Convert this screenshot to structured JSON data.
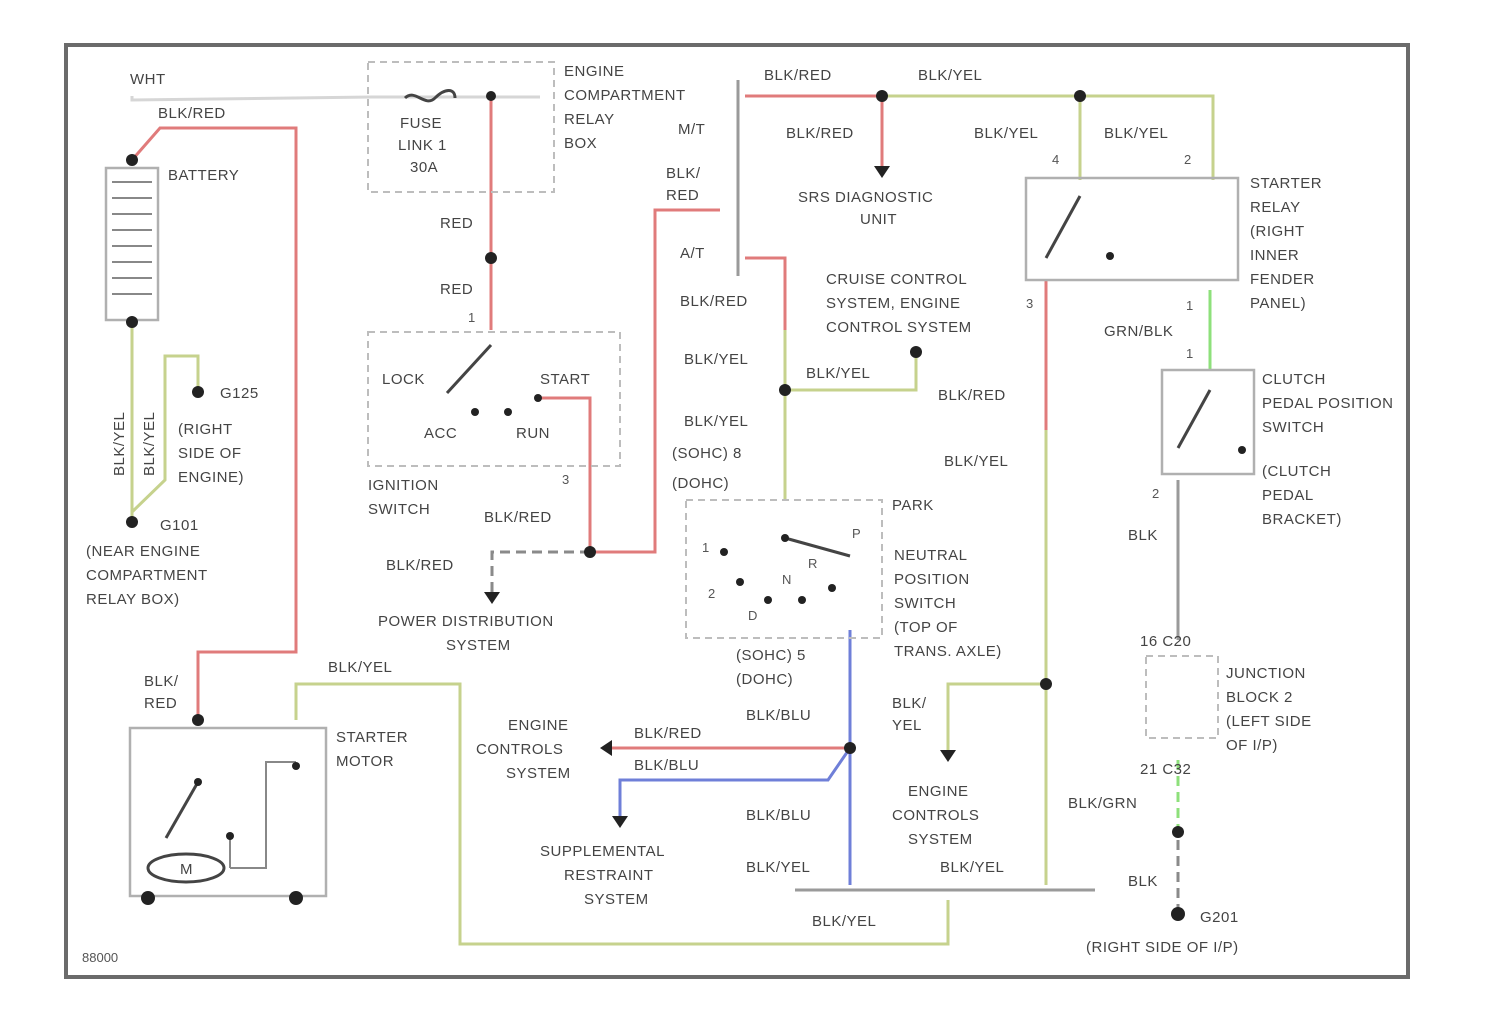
{
  "labels": {
    "wht": "WHT",
    "blk_red_bat": "BLK/RED",
    "battery": "BATTERY",
    "fuse": "FUSE\nLINK 1\n30A",
    "ecrb": "ENGINE\nCOMPARTMENT\nRELAY\nBOX",
    "mt": "M/T",
    "blk_red_v": "BLK/\nRED",
    "at": "A/T",
    "blk_red_top1": "BLK/RED",
    "blk_yel_top": "BLK/YEL",
    "blk_red_top2": "BLK/RED",
    "srs": "SRS DIAGNOSTIC\nUNIT",
    "blk_yel_r1": "BLK/YEL",
    "blk_yel_r2": "BLK/YEL",
    "starter_relay": "STARTER\nRELAY\n(RIGHT\nINNER\nFENDER\nPANEL)",
    "red1": "RED",
    "red2": "RED",
    "cruise": "CRUISE CONTROL\nSYSTEM, ENGINE\nCONTROL SYSTEM",
    "blk_red_mid": "BLK/RED",
    "blk_yel_mid1": "BLK/YEL",
    "blk_yel_mid2": "BLK/YEL",
    "blk_yel_dohc": "BLK/YEL\n(SOHC) 8\n(DOHC)",
    "grn_blk": "GRN/BLK",
    "blk_red_right": "BLK/RED",
    "blk_yel_right": "BLK/YEL",
    "clutch_switch": "CLUTCH\nPEDAL POSITION\nSWITCH",
    "clutch_bracket": "(CLUTCH\nPEDAL\nBRACKET)",
    "lock": "LOCK",
    "start": "START",
    "acc": "ACC",
    "run": "RUN",
    "g125": "G125\n(RIGHT\nSIDE OF\nENGINE)",
    "blk_yel_vert": "BLK/YEL",
    "blk_yel_vert2": "BLK/YEL",
    "ign_switch": "IGNITION\nSWITCH",
    "blk_red_ign": "BLK/RED",
    "g101": "G101\n(NEAR ENGINE\nCOMPARTMENT\nRELAY BOX)",
    "blk_red_pds": "BLK/RED",
    "pds": "POWER DISTRIBUTION\nSYSTEM",
    "park": "PARK",
    "nps": "NEUTRAL\nPOSITION\nSWITCH\n(TOP OF\nTRANS. AXLE)",
    "sohc_dohc": "(SOHC) 5\n(DOHC)",
    "blk": "BLK",
    "blk_red_sm": "BLK/\nRED",
    "blk_yel_sm": "BLK/YEL",
    "starter_motor": "STARTER\nMOTOR",
    "ecs1": "ENGINE\nCONTROLS\nSYSTEM",
    "blk_red_ecs": "BLK/RED",
    "blk_blu1": "BLK/BLU",
    "blk_blu2": "BLK/BLU",
    "blk_blu3": "BLK/BLU",
    "blk_yel_y": "BLK/\nYEL",
    "ecs2": "ENGINE\nCONTROLS\nSYSTEM",
    "c20": "16  C20",
    "jb": "JUNCTION\nBLOCK 2\n(LEFT SIDE\nOF I/P)",
    "c32": "21  C32",
    "blk_grn": "BLK/GRN",
    "srs_sys": "SUPPLEMENTAL\nRESTRAINT\nSYSTEM",
    "blk_yel_b1": "BLK/YEL",
    "blk_yel_b2": "BLK/YEL",
    "blk_yel_b3": "BLK/YEL",
    "blk_bot": "BLK",
    "g201": "G201\n(RIGHT SIDE OF I/P)",
    "m": "M",
    "code": "88000"
  }
}
